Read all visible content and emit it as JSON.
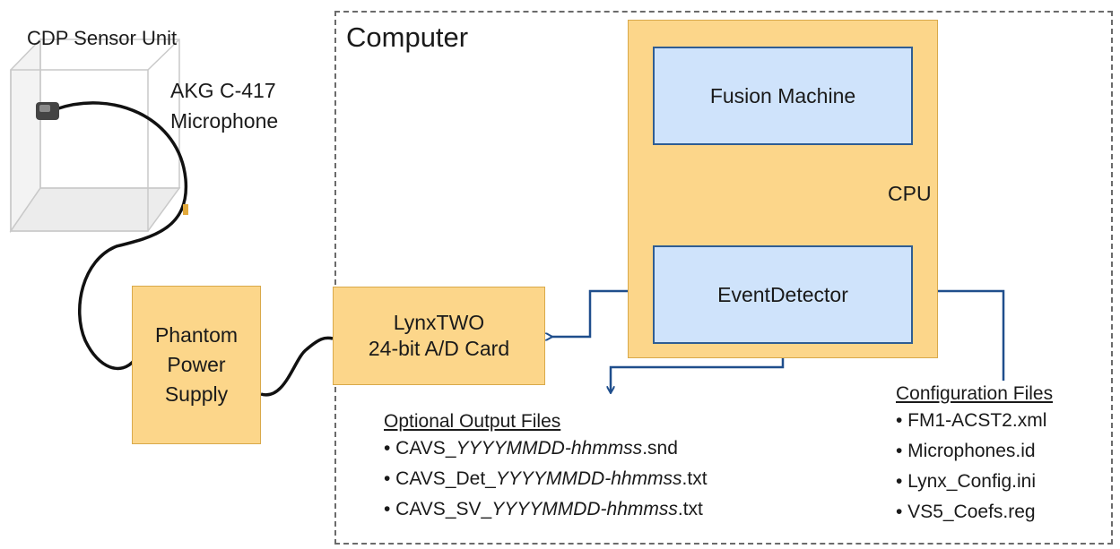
{
  "sensor": {
    "title": "CDP Sensor Unit",
    "microphone_label": "AKG C-417\nMicrophone"
  },
  "computer": {
    "label": "Computer",
    "cpu": {
      "label": "CPU",
      "fusion_machine": "Fusion Machine",
      "event_detector": "EventDetector"
    }
  },
  "lynx_card": {
    "line1": "LynxTWO",
    "line2": "24-bit A/D Card"
  },
  "phantom_power": {
    "line1": "Phantom",
    "line2": "Power",
    "line3": "Supply"
  },
  "optional_output": {
    "heading": "Optional Output Files",
    "files": [
      {
        "prefix": "• CAVS_",
        "pattern": "YYYYMMDD-hhmmss",
        "suffix": ".snd"
      },
      {
        "prefix": "• CAVS_Det_",
        "pattern": "YYYYMMDD-hhmmss",
        "suffix": ".txt"
      },
      {
        "prefix": "• CAVS_SV_",
        "pattern": "YYYYMMDD-hhmmss",
        "suffix": ".txt"
      }
    ]
  },
  "configuration": {
    "heading": "Configuration Files",
    "files": [
      "• FM1-ACST2.xml",
      "• Microphones.id",
      "• Lynx_Config.ini",
      "• VS5_Coefs.reg"
    ]
  },
  "colors": {
    "orange_fill": "#fcd68a",
    "blue_fill": "#cfe3fb",
    "blue_border": "#2f5d93",
    "arrow": "#1f4e8c",
    "cable": "#111111"
  }
}
